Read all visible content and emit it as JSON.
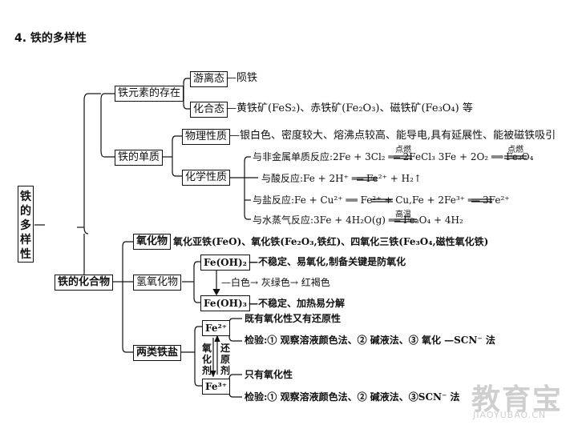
{
  "title": "4.  铁的多样性",
  "root_label": "铁的多样性",
  "branch1": {
    "label": "铁元素的存在",
    "free": {
      "label": "游离态",
      "text": "—陨铁"
    },
    "combined": {
      "label": "化合态",
      "text": "—黄铁矿(FeS₂)、赤铁矿(Fe₂O₃)、磁铁矿(Fe₃O₄) 等"
    }
  },
  "branch2": {
    "label": "铁的单质",
    "physical": {
      "label": "物理性质",
      "text": "—银白色、密度较大、熔沸点较高、能导电,具有延展性、能被磁铁吸引"
    },
    "chemical": {
      "label": "化学性质",
      "reactions": [
        {
          "text": "与非金属单质反应:2Fe + 3Cl₂ ══ 2FeCl₃    3Fe + 2O₂ ══ Fe₃O₄",
          "cond1": "点燃",
          "cond2": "点燃"
        },
        {
          "text": "与酸反应:Fe + 2H⁺ ══ Fe²⁺ + H₂↑"
        },
        {
          "text": "与盐反应:Fe + Cu²⁺ ══ Fe²⁺ + Cu,Fe + 2Fe³⁺ ══ 3Fe²⁺"
        },
        {
          "text": "与水蒸气反应:3Fe + 4H₂O(g) ══ Fe₃O₄ + 4H₂",
          "cond": "高温"
        }
      ]
    }
  },
  "branch3": {
    "label": "铁的化合物",
    "oxides": {
      "label": "氧化物",
      "text": "氧化亚铁(FeO)、氧化铁(Fe₂O₃,铁红)、四氧化三铁(Fe₃O₄,磁性氧化铁)"
    },
    "hydroxides": {
      "label": "氢氧化物",
      "feoh2": {
        "label": "Fe(OH)₂",
        "text": "—不稳定、易氧化,制备关键是防氧化"
      },
      "color_change": "—白色→ 灰绿色→ 红褐色",
      "feoh3": {
        "label": "Fe(OH)₃",
        "text": "—不稳定、加热易分解"
      }
    },
    "salts": {
      "label": "两类铁盐",
      "fe2": {
        "label": "Fe²⁺",
        "prop": "既有氧化性又有还原性",
        "test": "检验:① 观察溶液颜色法、② 碱液法、③ 氧化 —SCN⁻ 法"
      },
      "oxidant": "氧化剂",
      "reductant": "还原剂",
      "fe3": {
        "label": "Fe³⁺",
        "prop": "只有氧化性",
        "test": "检验:① 观察溶液颜色法、② 碱液法、③SCN⁻ 法"
      }
    }
  },
  "watermark": {
    "main": "教育宝",
    "sub": "JIAOYUBAO.CN"
  }
}
